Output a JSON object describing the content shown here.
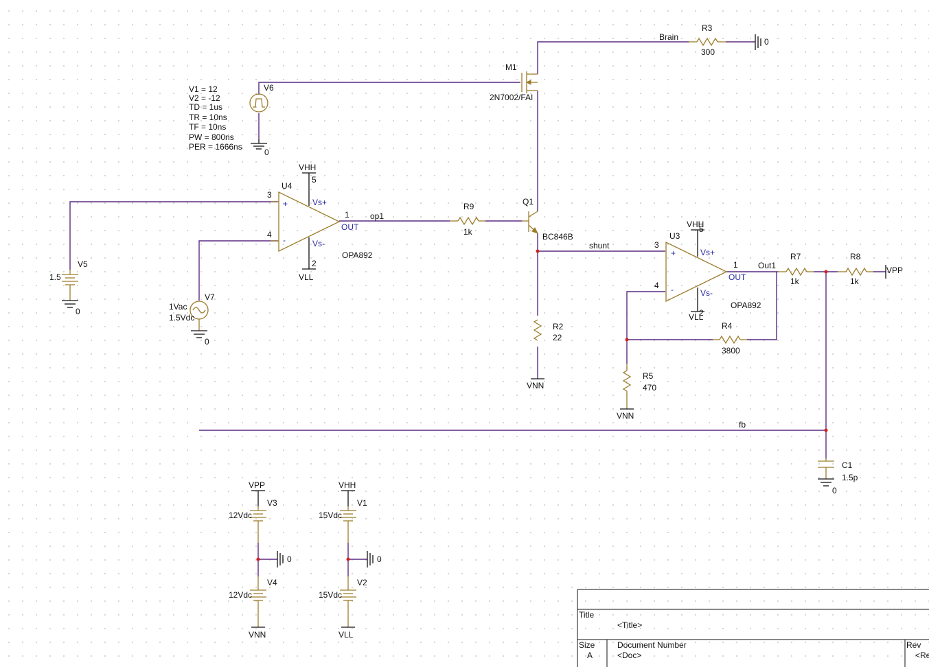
{
  "colors": {
    "wire": "#5a2a82",
    "part": "#9c7c2a",
    "junction": "#d11f1f",
    "pin_label": "#2a2aa0"
  },
  "components": {
    "r3": {
      "ref": "R3",
      "value": "300"
    },
    "m1": {
      "ref": "M1",
      "model": "2N7002/FAI"
    },
    "v6": {
      "ref": "V6",
      "params": [
        "V1 = 12",
        "V2 = -12",
        "TD = 1us",
        "TR = 10ns",
        "TF = 10ns",
        "PW = 800ns",
        "PER = 1666ns"
      ]
    },
    "u4": {
      "ref": "U4",
      "model": "OPA892",
      "vsp": "Vs+",
      "vsm": "Vs-",
      "out": "OUT",
      "plus": "+",
      "minus": "-",
      "p1": "1",
      "p2": "2",
      "p3": "3",
      "p4": "4",
      "p5": "5"
    },
    "r9": {
      "ref": "R9",
      "value": "1k"
    },
    "q1": {
      "ref": "Q1",
      "model": "BC846B"
    },
    "v5": {
      "ref": "V5",
      "value": "1.5"
    },
    "v7": {
      "ref": "V7",
      "ac": "1Vac",
      "dc": "1.5Vdc"
    },
    "r2": {
      "ref": "R2",
      "value": "22"
    },
    "u3": {
      "ref": "U3",
      "model": "OPA892",
      "vsp": "Vs+",
      "vsm": "Vs-",
      "out": "OUT",
      "plus": "+",
      "minus": "-",
      "p1": "1",
      "p2": "2",
      "p3": "3",
      "p4": "4",
      "p5": "5"
    },
    "r7": {
      "ref": "R7",
      "value": "1k"
    },
    "r8": {
      "ref": "R8",
      "value": "1k"
    },
    "r4": {
      "ref": "R4",
      "value": "3800"
    },
    "r5": {
      "ref": "R5",
      "value": "470"
    },
    "c1": {
      "ref": "C1",
      "value": "1.5p"
    },
    "v3": {
      "ref": "V3",
      "value": "12Vdc"
    },
    "v4": {
      "ref": "V4",
      "value": "12Vdc"
    },
    "v1": {
      "ref": "V1",
      "value": "15Vdc"
    },
    "v2": {
      "ref": "V2",
      "value": "15Vdc"
    }
  },
  "nets": {
    "brain": "Brain",
    "op1": "op1",
    "shunt": "shunt",
    "out1": "Out1",
    "fb": "fb",
    "vhh": "VHH",
    "vll": "VLL",
    "vnn": "VNN",
    "vpp": "VPP",
    "gnd": "0"
  },
  "title_block": {
    "title_label": "Title",
    "title_value": "<Title>",
    "size_label": "Size",
    "size_value": "A",
    "docnum_label": "Document Number",
    "docnum_value": "<Doc>",
    "rev_label": "Rev",
    "rev_value": "<Re"
  }
}
